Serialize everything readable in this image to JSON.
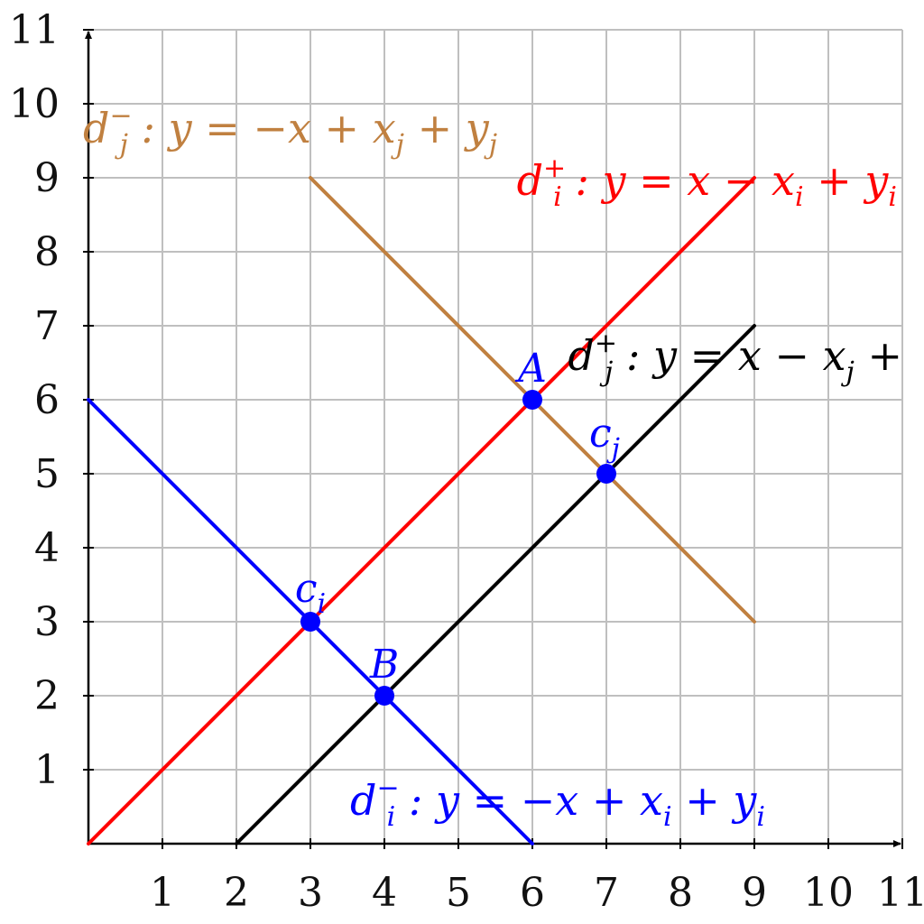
{
  "chart_data": {
    "type": "line",
    "xlim": [
      0,
      11
    ],
    "ylim": [
      0,
      11
    ],
    "grid": true,
    "x_ticks": [
      "1",
      "2",
      "3",
      "4",
      "5",
      "6",
      "7",
      "8",
      "9",
      "10",
      "11"
    ],
    "y_ticks": [
      "1",
      "2",
      "3",
      "4",
      "5",
      "6",
      "7",
      "8",
      "9",
      "10",
      "11"
    ],
    "colors": {
      "grid": "#bfbfbf",
      "axis": "#000000",
      "red": "#ff0000",
      "blue": "#0000ff",
      "black": "#000000",
      "brown": "#c08040"
    },
    "lines": [
      {
        "id": "d-i-plus",
        "label": "d_i^+ : y = x − x_i + y_i",
        "color": "red",
        "from": [
          0,
          0
        ],
        "to": [
          9,
          9
        ]
      },
      {
        "id": "d-j-plus",
        "label": "d_j^+ : y = x − x_j +",
        "color": "black",
        "from": [
          2,
          0
        ],
        "to": [
          9,
          7
        ]
      },
      {
        "id": "d-i-minus",
        "label": "d_i^− : y = −x + x_i + y_i",
        "color": "blue",
        "from": [
          0,
          6
        ],
        "to": [
          6,
          0
        ]
      },
      {
        "id": "d-j-minus",
        "label": "d_j^− : y = −x + x_j + y_j",
        "color": "brown",
        "from": [
          3,
          9
        ],
        "to": [
          9,
          3
        ]
      }
    ],
    "points": [
      {
        "id": "point-a",
        "label": "A",
        "x": 6,
        "y": 6
      },
      {
        "id": "point-ci",
        "label": "c_i",
        "x": 3,
        "y": 3
      },
      {
        "id": "point-b",
        "label": "B",
        "x": 4,
        "y": 2
      },
      {
        "id": "point-cj",
        "label": "c_j",
        "x": 7,
        "y": 5
      }
    ]
  }
}
